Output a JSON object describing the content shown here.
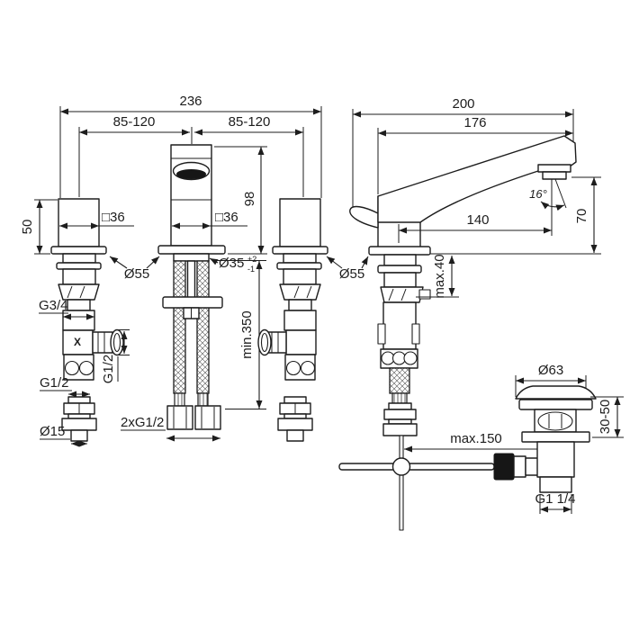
{
  "meta": {
    "description": "Technical installation drawing of a 3-hole basin mixer with pop-up drain",
    "background": "#ffffff",
    "line_color": "#1d1d1d"
  },
  "front_view": {
    "total_width": "236",
    "hole_spacing_left": "85-120",
    "hole_spacing_right": "85-120",
    "handle_height": "50",
    "handle_square": "□36",
    "spout_square": "□36",
    "spout_height": "98",
    "escutcheon_diameter_left": "Ø55",
    "hole_diameter": "Ø35",
    "hole_tolerance_upper": "+2",
    "hole_tolerance_lower": "-1",
    "valve_thread": "G3/4",
    "valve_marking": "X",
    "outlet_thread": "G1/2",
    "adapter_thread": "G1/2",
    "adapter_diameter": "Ø15",
    "hose_threads": "2xG1/2",
    "hose_length": "min.350"
  },
  "side_view": {
    "total_projection": "200",
    "spout_reach": "176",
    "aerator_distance": "140",
    "spray_angle": "16°",
    "outlet_height": "70",
    "escutcheon_diameter_right": "Ø55",
    "max_deck_thickness": "max.40",
    "rod_length": "max.150"
  },
  "drain": {
    "flange_diameter": "Ø63",
    "deck_thickness_range": "30-50",
    "tailpiece_thread": "G1 1/4"
  }
}
